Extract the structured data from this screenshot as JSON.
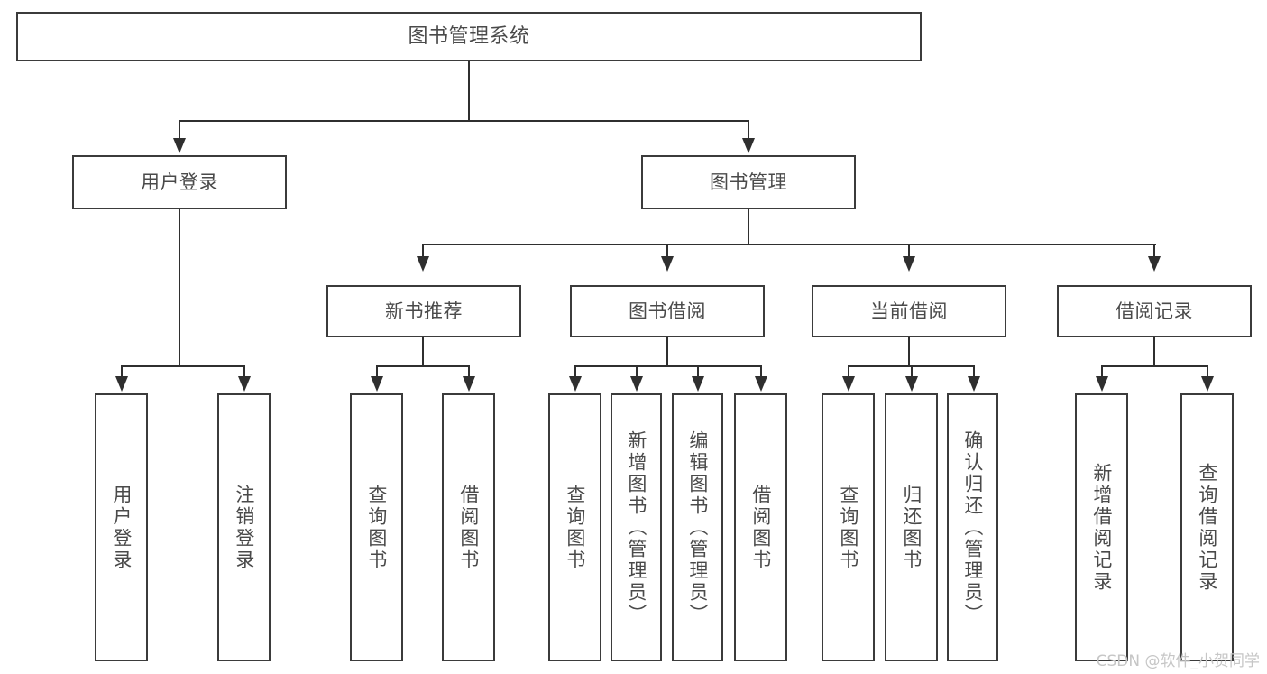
{
  "diagram": {
    "title": "图书管理系统",
    "type": "tree",
    "root": {
      "label": "图书管理系统"
    },
    "level2": [
      {
        "label": "用户登录"
      },
      {
        "label": "图书管理"
      }
    ],
    "level3": [
      {
        "label": "新书推荐"
      },
      {
        "label": "图书借阅"
      },
      {
        "label": "当前借阅"
      },
      {
        "label": "借阅记录"
      }
    ],
    "leaves": {
      "user_login": [
        {
          "label": "用户登录"
        },
        {
          "label": "注销登录"
        }
      ],
      "new_book_recommend": [
        {
          "label": "查询图书"
        },
        {
          "label": "借阅图书"
        }
      ],
      "book_borrow": [
        {
          "label": "查询图书"
        },
        {
          "label": "新增图书（管理员）"
        },
        {
          "label": "编辑图书（管理员）"
        },
        {
          "label": "借阅图书"
        }
      ],
      "current_borrow": [
        {
          "label": "查询图书"
        },
        {
          "label": "归还图书"
        },
        {
          "label": "确认归还（管理员）"
        }
      ],
      "borrow_record": [
        {
          "label": "新增借阅记录"
        },
        {
          "label": "查询借阅记录"
        }
      ]
    }
  },
  "watermark": {
    "text": "CSDN @软件_小贺同学"
  },
  "colors": {
    "stroke": "#3b3b3b",
    "text": "#4a4a4a",
    "background": "#ffffff",
    "watermark": "#c6c6c6"
  }
}
